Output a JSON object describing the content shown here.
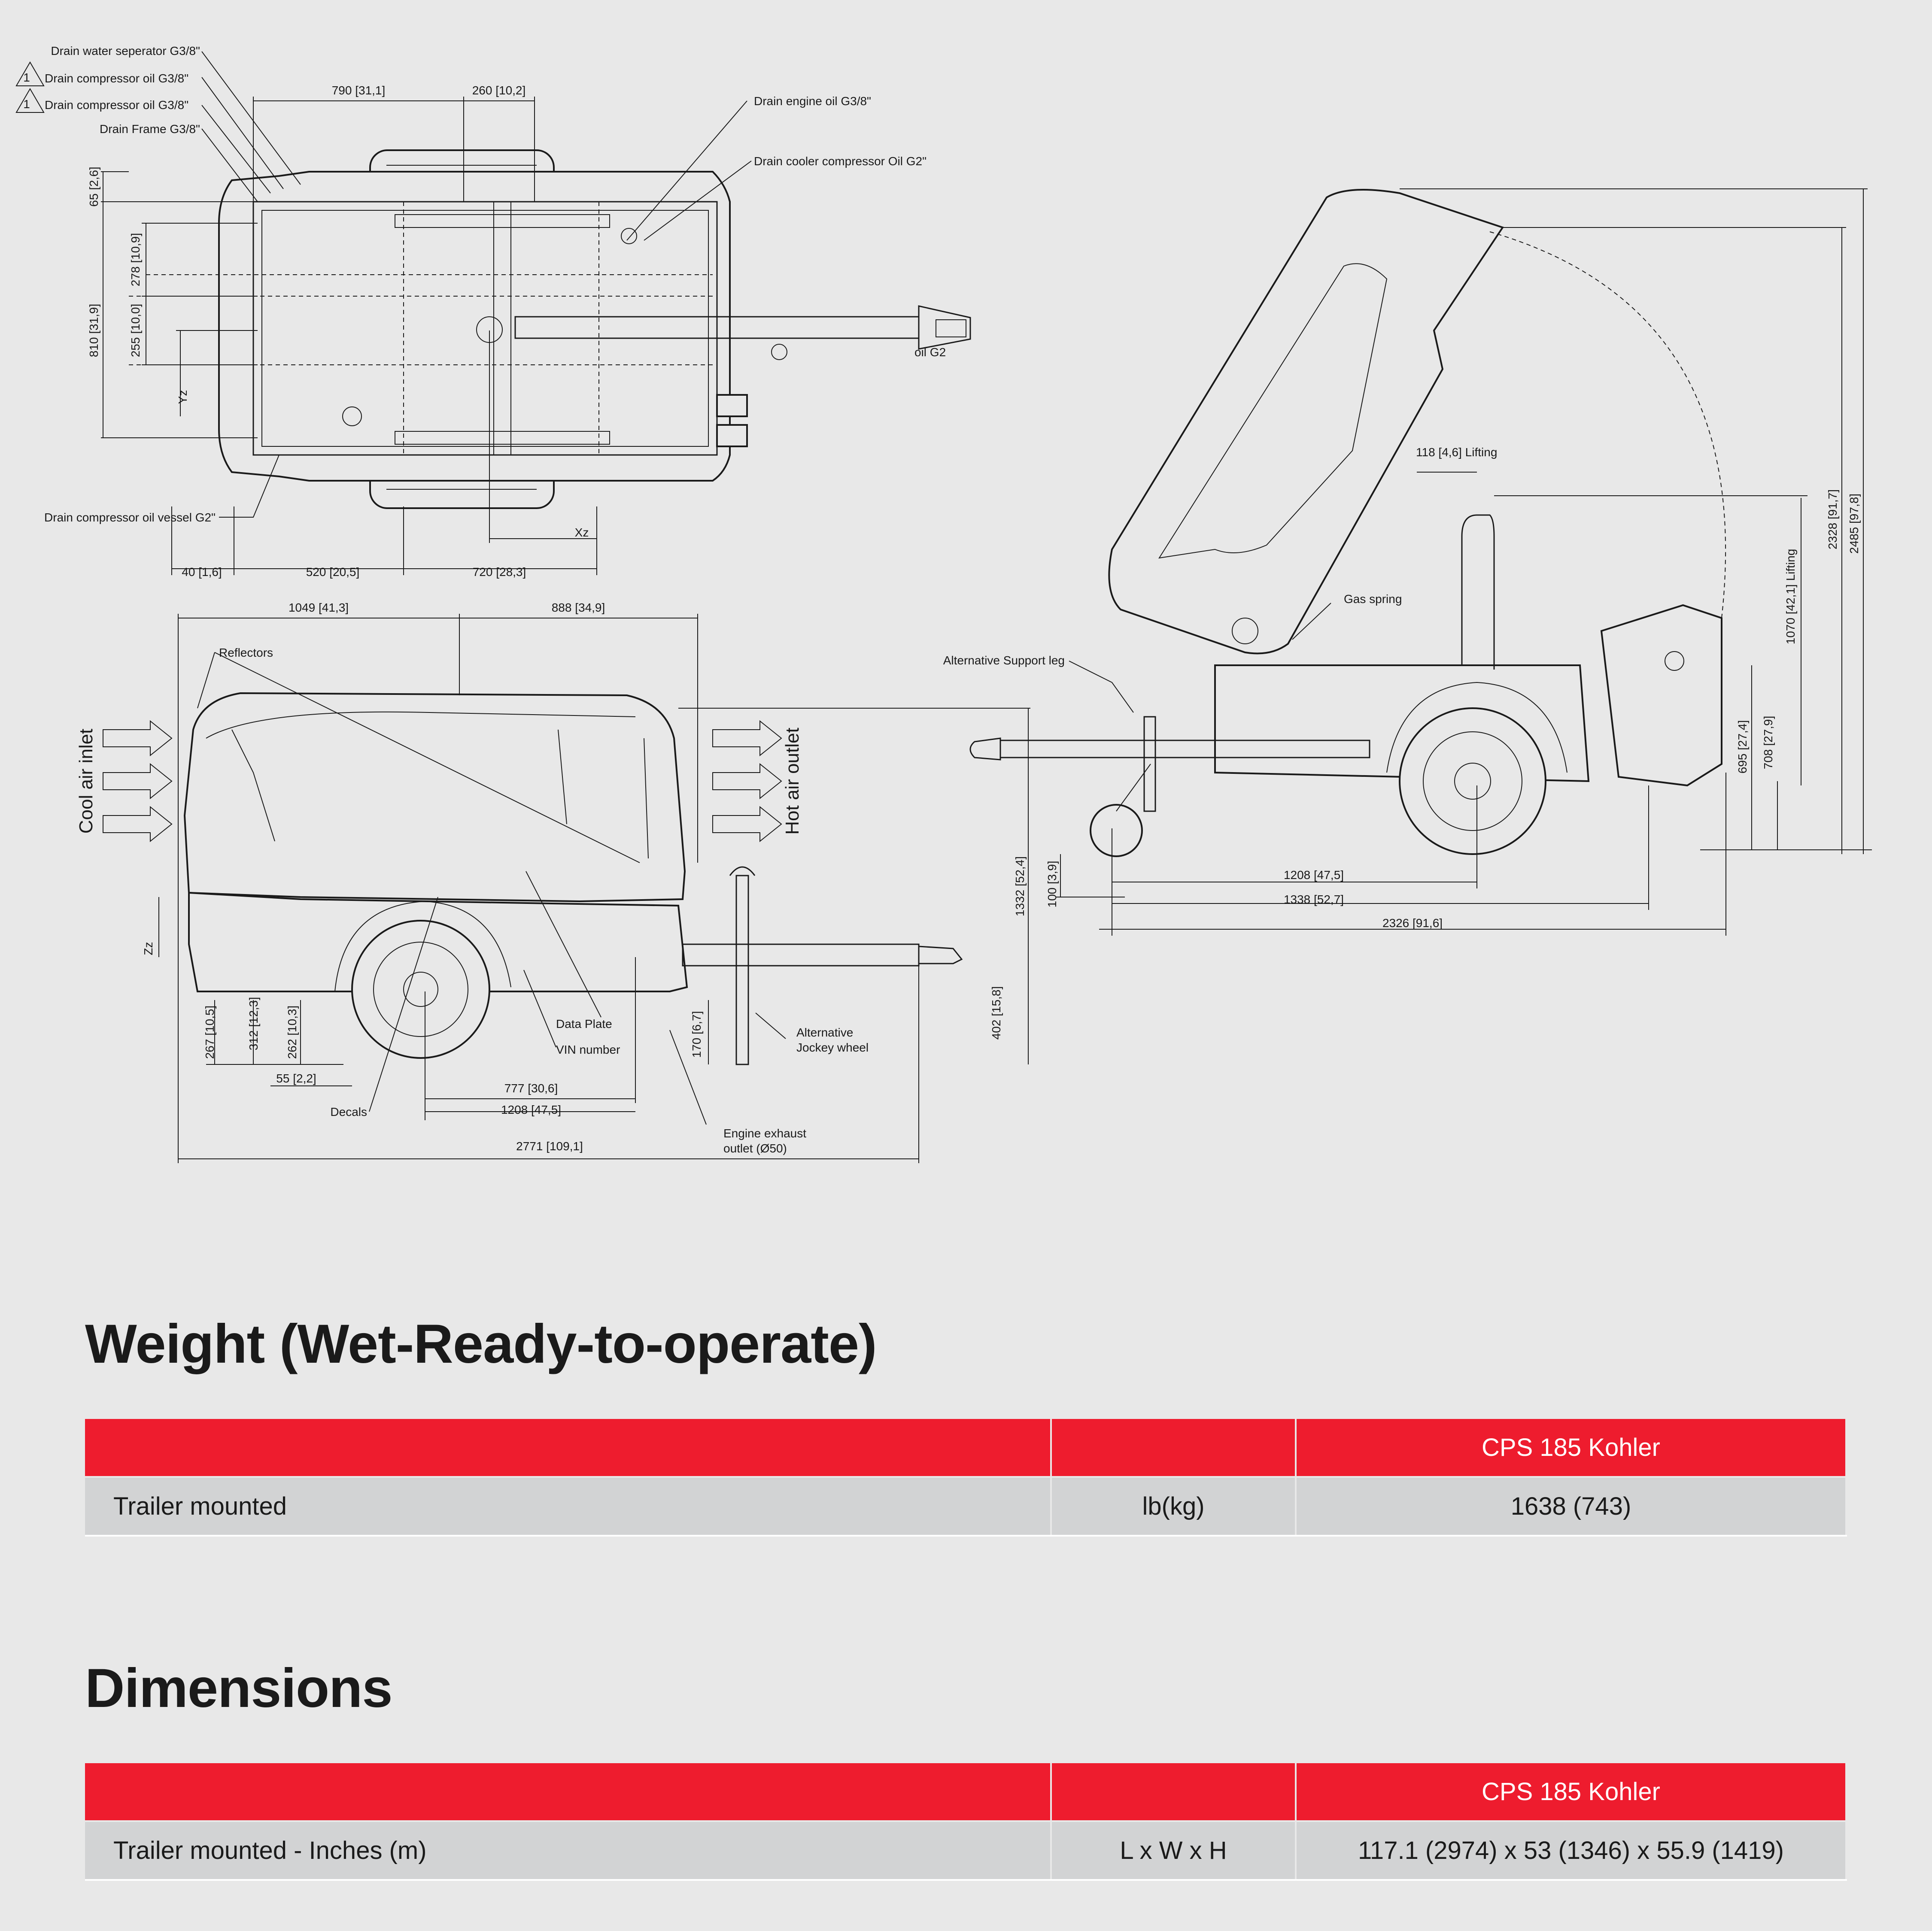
{
  "drawing": {
    "top_view": {
      "callouts": {
        "drain_water_separator": "Drain water seperator G3/8\"",
        "drain_compressor_oil_1": "Drain compressor oil G3/8\"",
        "drain_compressor_oil_2": "Drain compressor oil G3/8\"",
        "drain_frame": "Drain Frame G3/8\"",
        "drain_engine_oil": "Drain engine oil G3/8\"",
        "drain_cooler": "Drain cooler compressor Oil G2\"",
        "drain_oil_vessel": "Drain compressor oil vessel G2\"",
        "cut_label": "oil G2",
        "warning_number": "1"
      },
      "dimensions": {
        "d790": "790 [31,1]",
        "d260": "260 [10,2]",
        "d65": "65 [2,6]",
        "d278": "278 [10,9]",
        "d810": "810 [31,9]",
        "d255": "255 [10,0]",
        "yz": "Yz",
        "xz": "Xz",
        "d40": "40 [1,6]",
        "d520": "520 [20,5]",
        "d720": "720 [28,3]"
      }
    },
    "side_view": {
      "callouts": {
        "reflectors": "Reflectors",
        "cool_air_inlet": "Cool air inlet",
        "hot_air_outlet": "Hot air outlet",
        "data_plate": "Data Plate",
        "vin_number": "VIN number",
        "alternative_jockey_wheel_1": "Alternative",
        "alternative_jockey_wheel_2": "Jockey wheel",
        "decals": "Decals",
        "engine_exhaust_1": "Engine exhaust",
        "engine_exhaust_2": "outlet (Ø50)"
      },
      "dimensions": {
        "d1049": "1049 [41,3]",
        "d888": "888 [34,9]",
        "zz": "Zz",
        "d267": "267 [10,5]",
        "d312": "312 [12,3]",
        "d262": "262 [10,3]",
        "d55": "55 [2,2]",
        "d777": "777 [30,6]",
        "d1208": "1208 [47,5]",
        "d2771": "2771 [109,1]",
        "d170": "170 [6,7]",
        "d402": "402 [15,8]",
        "d1332": "1332 [52,4]"
      }
    },
    "open_view": {
      "callouts": {
        "lifting": "118 [4,6] Lifting",
        "gas_spring": "Gas spring",
        "support_leg": "Alternative Support leg"
      },
      "dimensions": {
        "d100": "100 [3,9]",
        "d1208": "1208 [47,5]",
        "d1338": "1338 [52,7]",
        "d2326": "2326 [91,6]",
        "d695": "695 [27,4]",
        "d708": "708 [27,9]",
        "d1070": "1070 [42,1] Lifting",
        "d2328": "2328 [91,7]",
        "d2485": "2485 [97,8]"
      }
    }
  },
  "weight": {
    "title": "Weight (Wet-Ready-to-operate)",
    "headers": [
      "",
      "",
      "CPS 185 Kohler"
    ],
    "rows": [
      [
        "Trailer mounted",
        "lb(kg)",
        "1638 (743)"
      ]
    ]
  },
  "dimensions_table": {
    "title": "Dimensions",
    "headers": [
      "",
      "",
      "CPS 185 Kohler"
    ],
    "rows": [
      [
        "Trailer mounted - Inches (m)",
        "L x W x H",
        "117.1 (2974) x 53 (1346) x 55.9 (1419)"
      ]
    ]
  },
  "colors": {
    "header_red": "#ee1c2e",
    "row_gray": "#d2d3d4",
    "background": "#e8e8e8"
  }
}
